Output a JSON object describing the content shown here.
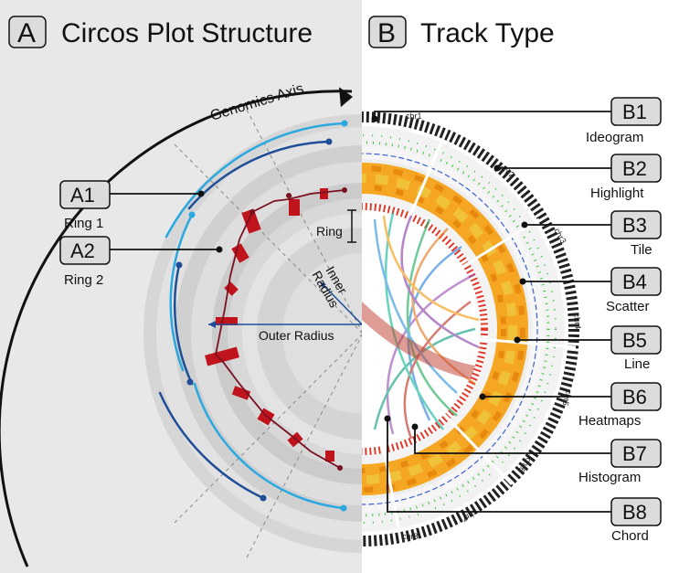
{
  "panel_a": {
    "letter": "A",
    "title": "Circos Plot Structure",
    "axis_label": "Genomics Axis",
    "ring_label": "Ring",
    "inner_radius_line1": "Inner",
    "inner_radius_line2": "Radius",
    "outer_radius_label": "Outer Radius",
    "callouts": [
      {
        "tag": "A1",
        "label": "Ring 1"
      },
      {
        "tag": "A2",
        "label": "Ring 2"
      }
    ]
  },
  "panel_b": {
    "letter": "B",
    "title": "Track Type",
    "chromosomes": [
      "chr1",
      "chr2",
      "chr3",
      "chr4",
      "chr5",
      "chr6",
      "chr7",
      "chr8"
    ],
    "callouts": [
      {
        "tag": "B1",
        "label": "Ideogram"
      },
      {
        "tag": "B2",
        "label": "Highlight"
      },
      {
        "tag": "B3",
        "label": "Tile"
      },
      {
        "tag": "B4",
        "label": "Scatter"
      },
      {
        "tag": "B5",
        "label": "Line"
      },
      {
        "tag": "B6",
        "label": "Heatmaps"
      },
      {
        "tag": "B7",
        "label": "Histogram"
      },
      {
        "tag": "B8",
        "label": "Chord"
      }
    ]
  },
  "colors": {
    "panel_a_bg": "#e8e8e8",
    "ring_dark": "#c9c9c9",
    "ring_light": "#dcdcdc",
    "blue_dark": "#1f4e99",
    "blue_light": "#2aa8e0",
    "red": "#c0141c",
    "maroon": "#7a1020",
    "heat_orange": "#f5a623",
    "scatter_green": "#3ec43e"
  }
}
